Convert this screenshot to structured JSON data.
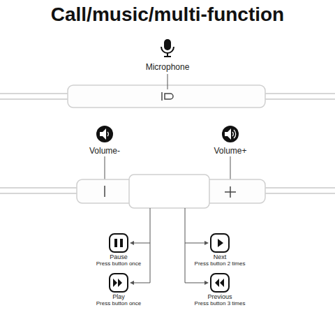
{
  "diagram": {
    "title": "Call/music/multi-function",
    "labels": [
      "Microphone",
      "Volume-",
      "Volume+",
      "Pause",
      "Press button once",
      "Next",
      "Press button 2 times",
      "Play",
      "Press button once",
      "Previous",
      "Press button 3 times"
    ]
  }
}
